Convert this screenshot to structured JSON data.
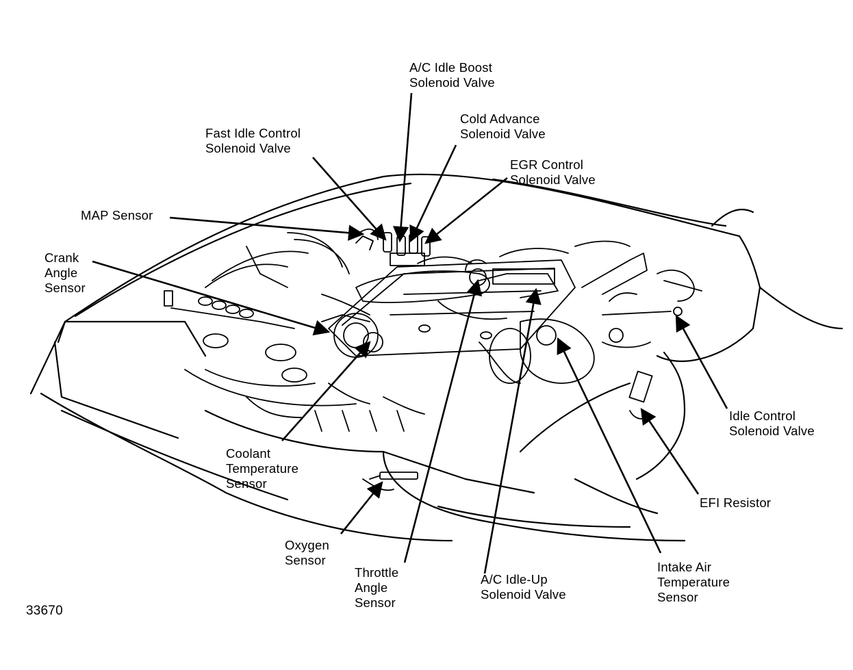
{
  "figure_number": "33670",
  "labels": {
    "ac_idle_boost": [
      "A/C Idle Boost",
      "Solenoid Valve"
    ],
    "cold_advance": [
      "Cold Advance",
      "Solenoid Valve"
    ],
    "fast_idle": [
      "Fast Idle Control",
      "Solenoid Valve"
    ],
    "egr_control": [
      "EGR Control",
      "Solenoid Valve"
    ],
    "map_sensor": [
      "MAP Sensor"
    ],
    "crank_angle": [
      "Crank",
      "Angle",
      "Sensor"
    ],
    "coolant_temp": [
      "Coolant",
      "Temperature",
      "Sensor"
    ],
    "oxygen": [
      "Oxygen",
      "Sensor"
    ],
    "throttle_angle": [
      "Throttle",
      "Angle",
      "Sensor"
    ],
    "ac_idle_up": [
      "A/C Idle-Up",
      "Solenoid Valve"
    ],
    "intake_air_temp": [
      "Intake Air",
      "Temperature",
      "Sensor"
    ],
    "efi_resistor": [
      "EFI Resistor"
    ],
    "idle_control": [
      "Idle Control",
      "Solenoid Valve"
    ]
  },
  "colors": {
    "ink": "#000000",
    "paper": "#ffffff"
  }
}
